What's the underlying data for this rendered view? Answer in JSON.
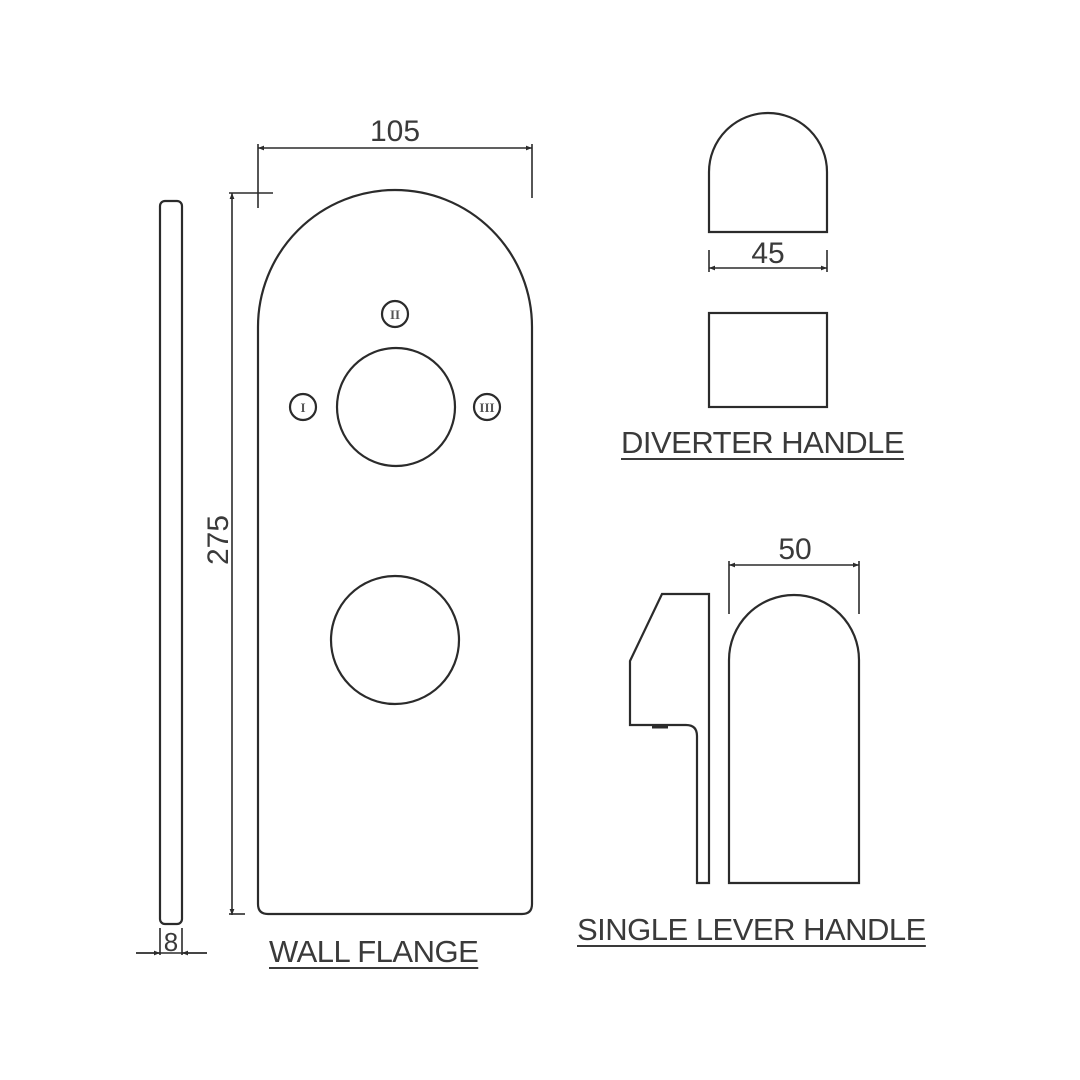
{
  "wall_flange": {
    "title": "WALL FLANGE",
    "width_dim": "105",
    "height_dim": "275",
    "thickness_dim": "8",
    "positions": [
      "I",
      "II",
      "III"
    ]
  },
  "diverter_handle": {
    "title": "DIVERTER HANDLE",
    "width_dim": "45"
  },
  "single_lever_handle": {
    "title": "SINGLE LEVER HANDLE",
    "width_dim": "50"
  },
  "colors": {
    "line": "#2b2b2b",
    "text": "#3a3a3a",
    "background": "#ffffff"
  }
}
